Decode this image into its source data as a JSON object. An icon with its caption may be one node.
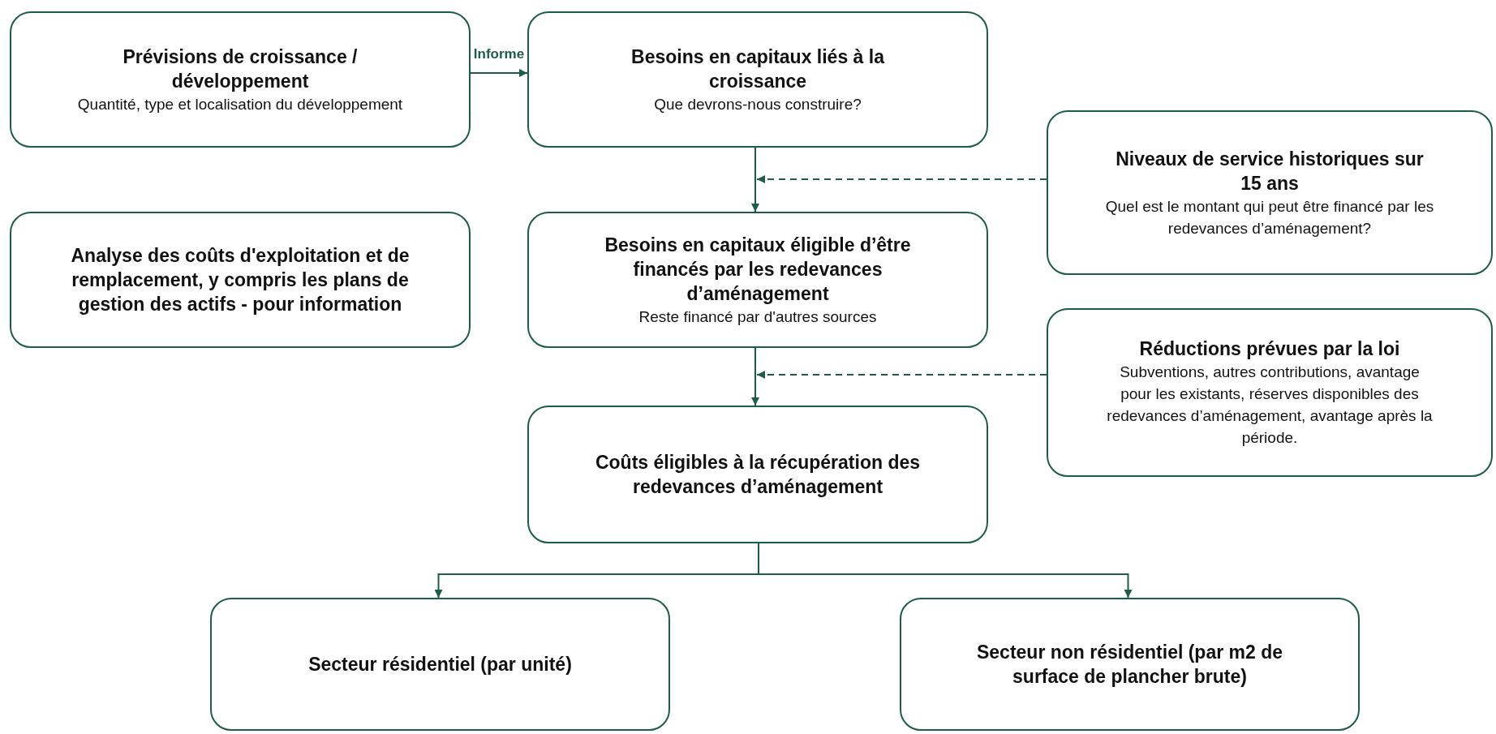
{
  "diagram": {
    "nodes": [
      {
        "text": [
          "Prévisions de croissance / développement",
          "Quantité, type et localisation du développement"
        ]
      },
      {
        "text": [
          "Besoins en capitaux liés à la croissance",
          "Que devrons-nous construire?"
        ]
      },
      {
        "text": [
          "Niveaux de service historiques sur 15 ans",
          "Quel est le montant qui peut être financé par les redevances d’aménagement?"
        ]
      },
      {
        "text": [
          "Analyse des coûts d'exploitation et de remplacement, y compris les plans de gestion des actifs - pour information"
        ]
      },
      {
        "text": [
          "Besoins en capitaux éligible d’être financés par les redevances d’aménagement",
          "Reste financé par d'autres sources"
        ]
      },
      {
        "text": [
          "Réductions prévues par la loi",
          "Subventions, autres contributions, avantage pour les existants, réserves disponibles des redevances d’aménagement, avantage après la période."
        ]
      },
      {
        "text": [
          "Coûts éligibles à la récupération des redevances d’aménagement"
        ]
      },
      {
        "text": [
          "Secteur résidentiel (par unité)"
        ]
      },
      {
        "text": [
          "Secteur non résidentiel (par m2 de surface de plancher brute)"
        ]
      }
    ],
    "edges": [
      {
        "from": 0,
        "to": 1,
        "arrow": "to",
        "label": "Informe"
      },
      {
        "from": 1,
        "to": 4,
        "arrow": "to"
      },
      {
        "from": 2,
        "to": 1,
        "arrow": "to",
        "style": "dashed"
      },
      {
        "from": 4,
        "to": 6,
        "arrow": "to"
      },
      {
        "from": 5,
        "to": 4,
        "arrow": "to",
        "style": "dashed"
      },
      {
        "from": 6,
        "to": 7,
        "arrow": "to"
      },
      {
        "from": 6,
        "to": 8,
        "arrow": "to"
      }
    ]
  }
}
